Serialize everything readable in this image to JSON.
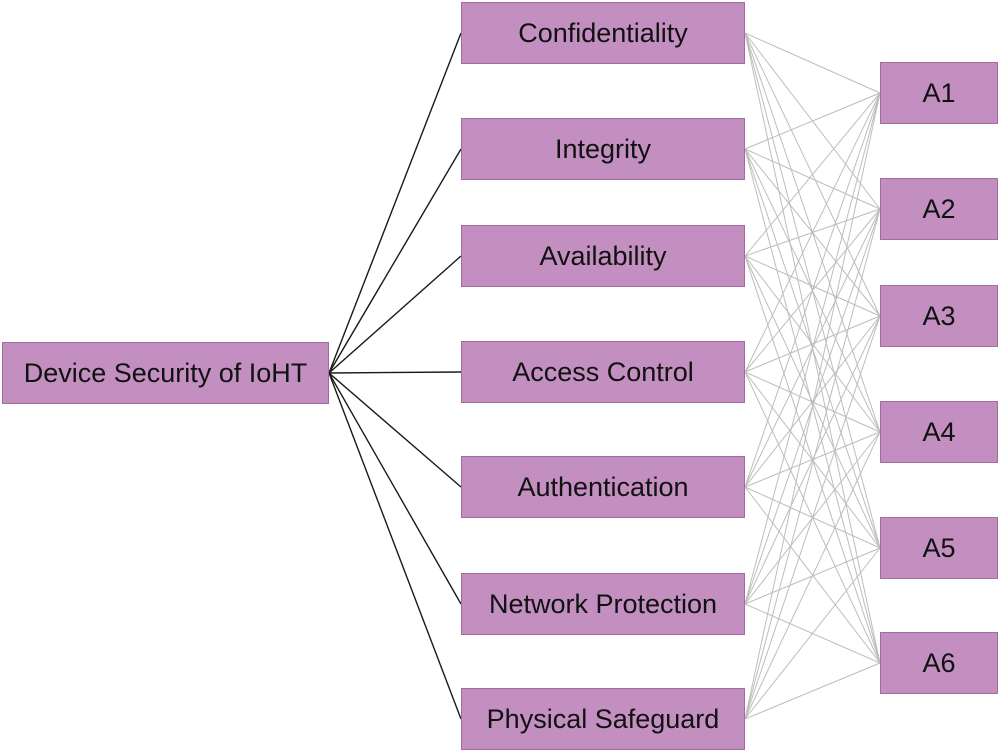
{
  "diagram": {
    "root": "Device Security of IoHT",
    "criteria": [
      "Confidentiality",
      "Integrity",
      "Availability",
      "Access Control",
      "Authentication",
      "Network Protection",
      "Physical Safeguard"
    ],
    "alternatives": [
      "A1",
      "A2",
      "A3",
      "A4",
      "A5",
      "A6"
    ],
    "colors": {
      "node_fill": "#c28fc0",
      "root_links": "#1a1a1a",
      "alternative_links": "#bdbdbd"
    }
  }
}
